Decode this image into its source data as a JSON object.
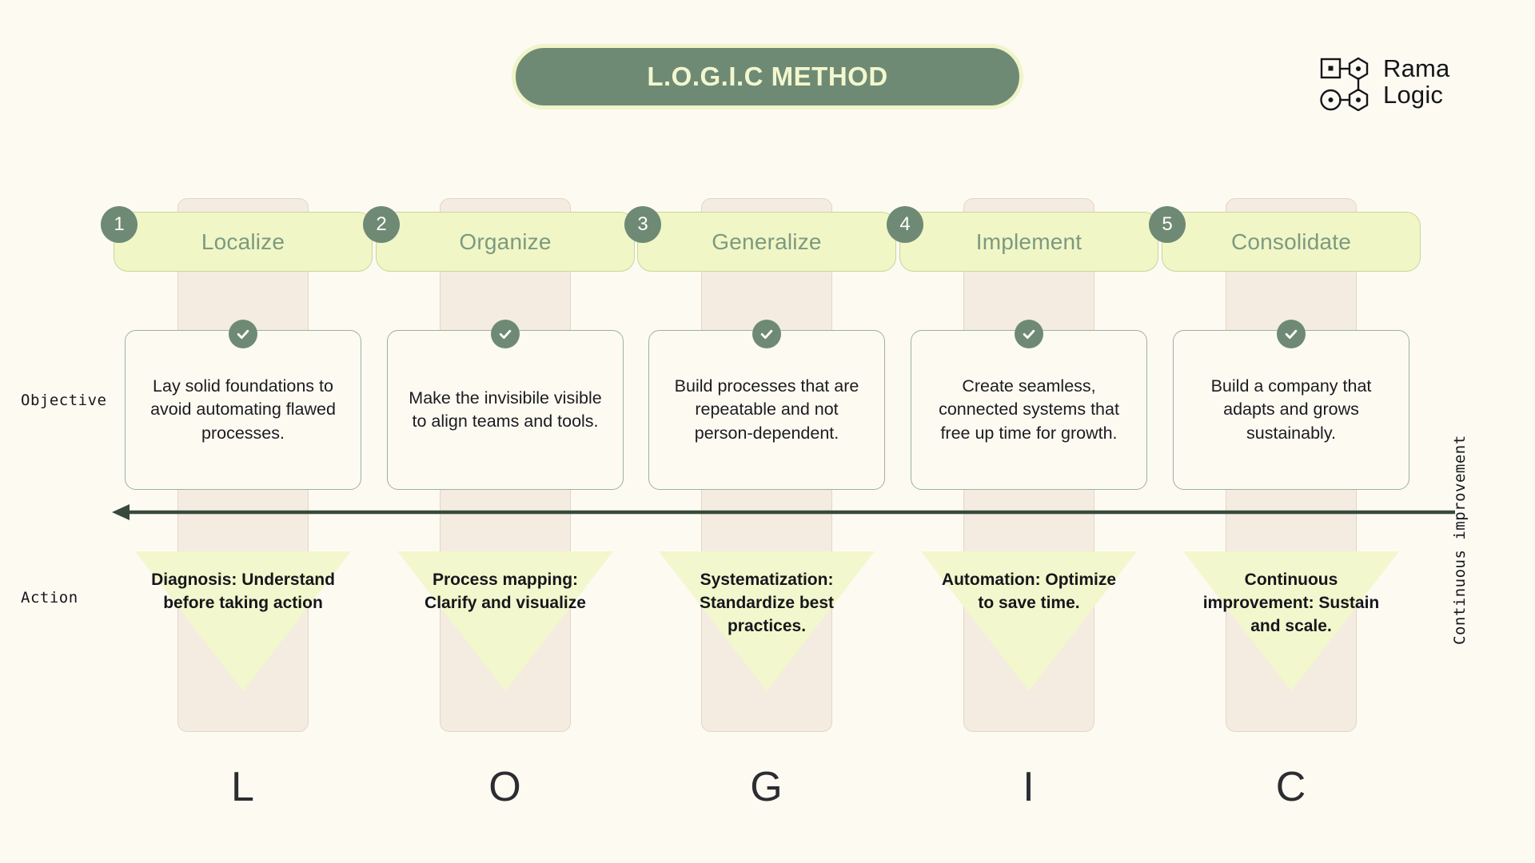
{
  "header": {
    "title": "L.O.G.I.C METHOD",
    "brand_line1": "Rama",
    "brand_line2": "Logic"
  },
  "labels": {
    "objective": "Objective",
    "action": "Action",
    "continuous": "Continuous improvement"
  },
  "colors": {
    "background": "#fdfaf2",
    "sage": "#6f8a74",
    "pale_yellow": "#f1f6c6",
    "triangle_yellow": "#f2f7cd",
    "column_beige": "#f4ece0",
    "card_border": "#9bb2a1",
    "title_text": "#f2f7cf",
    "stage_text": "#7c9a80"
  },
  "columns": [
    {
      "number": "1",
      "stage": "Localize",
      "objective": "Lay solid foundations to avoid automating flawed processes.",
      "action": "Diagnosis: Understand before taking action",
      "letter": "L"
    },
    {
      "number": "2",
      "stage": "Organize",
      "objective": "Make the invisibile visible to align teams and tools.",
      "action": "Process mapping: Clarify and visualize",
      "letter": "O"
    },
    {
      "number": "3",
      "stage": "Generalize",
      "objective": "Build processes that are repeatable and not person-dependent.",
      "action": "Systematization: Standardize best practices.",
      "letter": "G"
    },
    {
      "number": "4",
      "stage": "Implement",
      "objective": "Create seamless, connected systems that free up time for growth.",
      "action": "Automation: Optimize to save time.",
      "letter": "I"
    },
    {
      "number": "5",
      "stage": "Consolidate",
      "objective": "Build a company that adapts and grows sustainably.",
      "action": "Continuous improvement: Sustain and scale.",
      "letter": "C"
    }
  ]
}
